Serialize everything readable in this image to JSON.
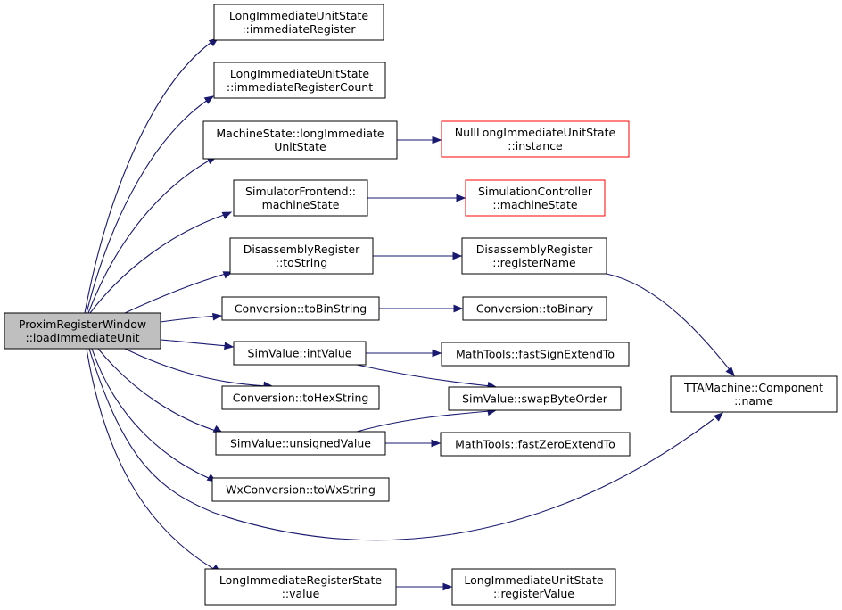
{
  "colors": {
    "edge": "#191970",
    "node_border": "#000000",
    "node_border_external": "#ff0000",
    "node_fill": "#ffffff",
    "node_fill_root": "#bfbfbf"
  },
  "nodes": [
    {
      "id": "root",
      "lines": [
        "ProximRegisterWindow",
        "::loadImmediateUnit"
      ],
      "style": "root"
    },
    {
      "id": "n1",
      "lines": [
        "LongImmediateUnitState",
        "::immediateRegister"
      ],
      "style": "normal"
    },
    {
      "id": "n2",
      "lines": [
        "LongImmediateUnitState",
        "::immediateRegisterCount"
      ],
      "style": "normal"
    },
    {
      "id": "n3",
      "lines": [
        "MachineState::longImmediate",
        "UnitState"
      ],
      "style": "normal"
    },
    {
      "id": "n4",
      "lines": [
        "NullLongImmediateUnitState",
        "::instance"
      ],
      "style": "external"
    },
    {
      "id": "n5",
      "lines": [
        "SimulatorFrontend::",
        "machineState"
      ],
      "style": "normal"
    },
    {
      "id": "n6",
      "lines": [
        "SimulationController",
        "::machineState"
      ],
      "style": "external"
    },
    {
      "id": "n7",
      "lines": [
        "DisassemblyRegister",
        "::toString"
      ],
      "style": "normal"
    },
    {
      "id": "n8",
      "lines": [
        "DisassemblyRegister",
        "::registerName"
      ],
      "style": "normal"
    },
    {
      "id": "n9",
      "lines": [
        "Conversion::toBinString"
      ],
      "style": "normal"
    },
    {
      "id": "n10",
      "lines": [
        "Conversion::toBinary"
      ],
      "style": "normal"
    },
    {
      "id": "n11",
      "lines": [
        "SimValue::intValue"
      ],
      "style": "normal"
    },
    {
      "id": "n12",
      "lines": [
        "MathTools::fastSignExtendTo"
      ],
      "style": "normal"
    },
    {
      "id": "n13",
      "lines": [
        "SimValue::swapByteOrder"
      ],
      "style": "normal"
    },
    {
      "id": "n14",
      "lines": [
        "Conversion::toHexString"
      ],
      "style": "normal"
    },
    {
      "id": "n15",
      "lines": [
        "SimValue::unsignedValue"
      ],
      "style": "normal"
    },
    {
      "id": "n16",
      "lines": [
        "MathTools::fastZeroExtendTo"
      ],
      "style": "normal"
    },
    {
      "id": "n17",
      "lines": [
        "WxConversion::toWxString"
      ],
      "style": "normal"
    },
    {
      "id": "n18",
      "lines": [
        "TTAMachine::Component",
        "::name"
      ],
      "style": "normal"
    },
    {
      "id": "n19",
      "lines": [
        "LongImmediateRegisterState",
        "::value"
      ],
      "style": "normal"
    },
    {
      "id": "n20",
      "lines": [
        "LongImmediateUnitState",
        "::registerValue"
      ],
      "style": "normal"
    }
  ],
  "edges": [
    {
      "from": "root",
      "to": "n1"
    },
    {
      "from": "root",
      "to": "n2"
    },
    {
      "from": "root",
      "to": "n3"
    },
    {
      "from": "root",
      "to": "n5"
    },
    {
      "from": "root",
      "to": "n7"
    },
    {
      "from": "root",
      "to": "n9"
    },
    {
      "from": "root",
      "to": "n11"
    },
    {
      "from": "root",
      "to": "n14"
    },
    {
      "from": "root",
      "to": "n15"
    },
    {
      "from": "root",
      "to": "n17"
    },
    {
      "from": "root",
      "to": "n18"
    },
    {
      "from": "root",
      "to": "n19"
    },
    {
      "from": "n3",
      "to": "n4"
    },
    {
      "from": "n5",
      "to": "n6"
    },
    {
      "from": "n7",
      "to": "n8"
    },
    {
      "from": "n8",
      "to": "n18"
    },
    {
      "from": "n9",
      "to": "n10"
    },
    {
      "from": "n11",
      "to": "n12"
    },
    {
      "from": "n11",
      "to": "n13"
    },
    {
      "from": "n15",
      "to": "n13"
    },
    {
      "from": "n15",
      "to": "n16"
    },
    {
      "from": "n19",
      "to": "n20"
    }
  ]
}
